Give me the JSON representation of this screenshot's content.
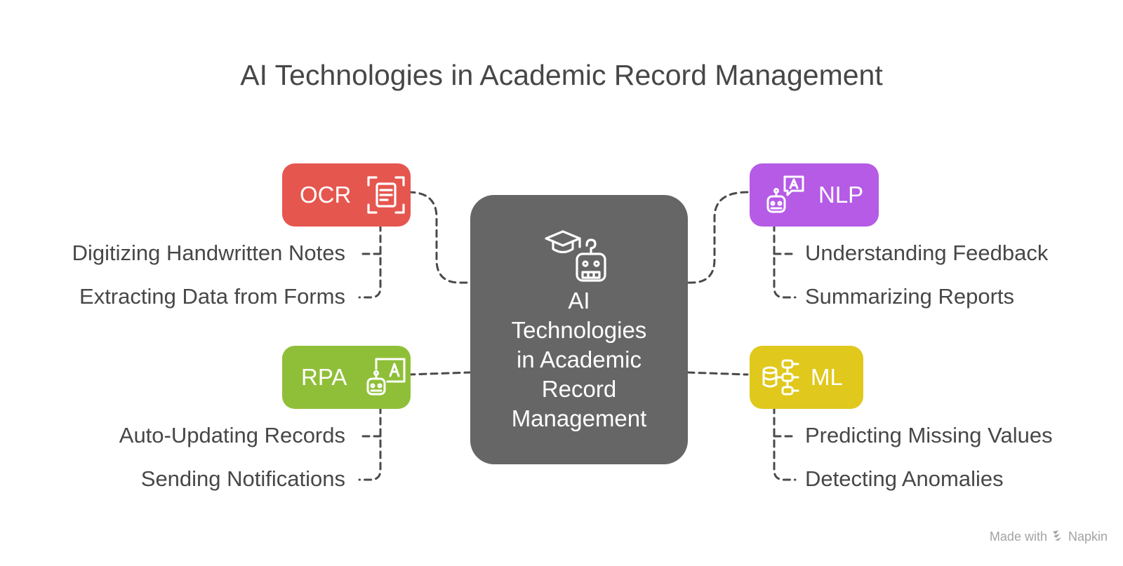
{
  "title": "AI Technologies in Academic Record Management",
  "center": {
    "lines": [
      "AI",
      "Technologies",
      "in Academic",
      "Record",
      "Management"
    ],
    "icons": [
      "graduation-cap-icon",
      "robot-icon"
    ],
    "color": "#666666"
  },
  "nodes": {
    "ocr": {
      "label": "OCR",
      "color": "#e5564f",
      "icon": "document-scan-icon",
      "items": [
        "Digitizing Handwritten Notes",
        "Extracting Data from Forms"
      ]
    },
    "nlp": {
      "label": "NLP",
      "color": "#b55be6",
      "icon": "robot-speech-icon",
      "items": [
        "Understanding Feedback",
        "Summarizing Reports"
      ]
    },
    "rpa": {
      "label": "RPA",
      "color": "#8fbf38",
      "icon": "robot-presentation-icon",
      "items": [
        "Auto-Updating Records",
        "Sending Notifications"
      ]
    },
    "ml": {
      "label": "ML",
      "color": "#e0c81c",
      "icon": "database-network-icon",
      "items": [
        "Predicting Missing Values",
        "Detecting Anomalies"
      ]
    }
  },
  "watermark": {
    "prefix": "Made with",
    "brand": "Napkin",
    "icon": "napkin-logo-icon"
  }
}
